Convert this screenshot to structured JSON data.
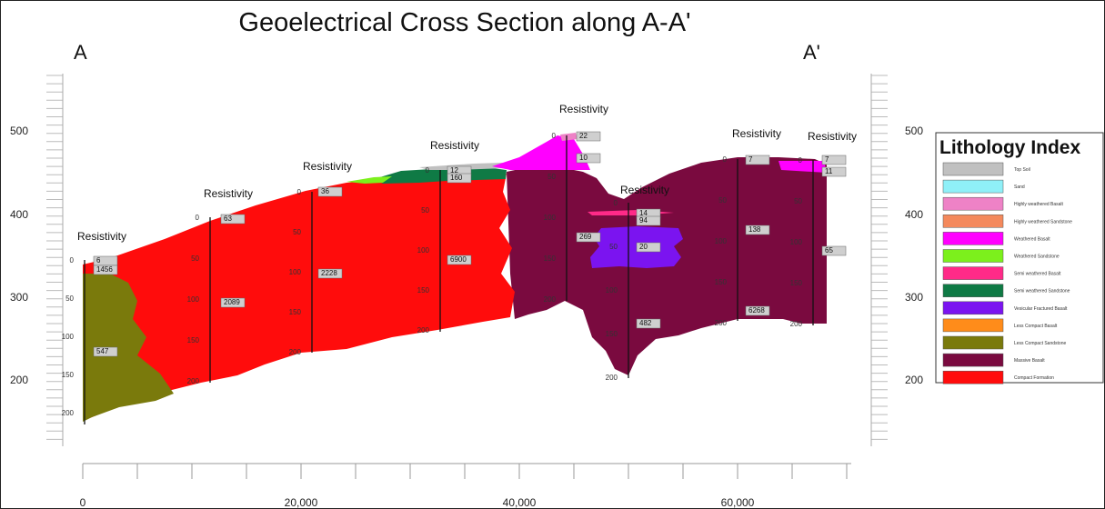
{
  "title": "Geoelectrical Cross Section along A-A'",
  "section_start_label": "A",
  "section_end_label": "A'",
  "elevation_ticks": [
    "500",
    "400",
    "300",
    "200"
  ],
  "distance_ticks": [
    "0",
    "20,000",
    "40,000",
    "60,000"
  ],
  "legend": {
    "title": "Lithology Index",
    "items": [
      {
        "label": "Top Soil",
        "color": "#c0c0c0"
      },
      {
        "label": "Sand",
        "color": "#8ff0f8"
      },
      {
        "label": "Highly weathered Basalt",
        "color": "#ee82c6"
      },
      {
        "label": "Highly weathered Sandstone",
        "color": "#f4895c"
      },
      {
        "label": "Weathered Basalt",
        "color": "#ff00ff"
      },
      {
        "label": "Weathered Sandstone",
        "color": "#7cf01c"
      },
      {
        "label": "Semi weathered Basalt",
        "color": "#ff2a88"
      },
      {
        "label": "Semi weathered Sandstone",
        "color": "#0f7a45"
      },
      {
        "label": "Vesicular Fractured Basalt",
        "color": "#7b14f0"
      },
      {
        "label": "Less Compact Basalt",
        "color": "#ff8c1a"
      },
      {
        "label": "Less Compact Sandstone",
        "color": "#7a7a0c"
      },
      {
        "label": "Massive Basalt",
        "color": "#7a0a3f"
      },
      {
        "label": "Compact Formation",
        "color": "#ff0c0c"
      }
    ]
  },
  "boreholes": [
    {
      "header": "Resistivity",
      "depth_labels": [
        "0",
        "50",
        "100",
        "150",
        "200"
      ],
      "value_labels": [
        "6",
        "1456",
        "547"
      ]
    },
    {
      "header": "Resistivity",
      "depth_labels": [
        "0",
        "50",
        "100",
        "150",
        "200"
      ],
      "value_labels": [
        "63",
        "2089"
      ]
    },
    {
      "header": "Resistivity",
      "depth_labels": [
        "0",
        "50",
        "100",
        "150",
        "200"
      ],
      "value_labels": [
        "36",
        "2228"
      ]
    },
    {
      "header": "Resistivity",
      "depth_labels": [
        "0",
        "50",
        "100",
        "150",
        "200"
      ],
      "value_labels": [
        "12",
        "160",
        "6900"
      ]
    },
    {
      "header": "Resistivity",
      "depth_labels": [
        "0",
        "50",
        "100",
        "150",
        "200"
      ],
      "value_labels": [
        "22",
        "10",
        "269"
      ]
    },
    {
      "header": "Resistivity",
      "depth_labels": [
        "0",
        "50",
        "100",
        "150",
        "200"
      ],
      "value_labels": [
        "14",
        "94",
        "20",
        "482"
      ]
    },
    {
      "header": "Resistivity",
      "depth_labels": [
        "0",
        "50",
        "100",
        "150",
        "200"
      ],
      "value_labels": [
        "7",
        "138",
        "6268"
      ]
    },
    {
      "header": "Resistivity",
      "depth_labels": [
        "0",
        "50",
        "100",
        "150",
        "200"
      ],
      "value_labels": [
        "7",
        "11",
        "65"
      ]
    }
  ]
}
